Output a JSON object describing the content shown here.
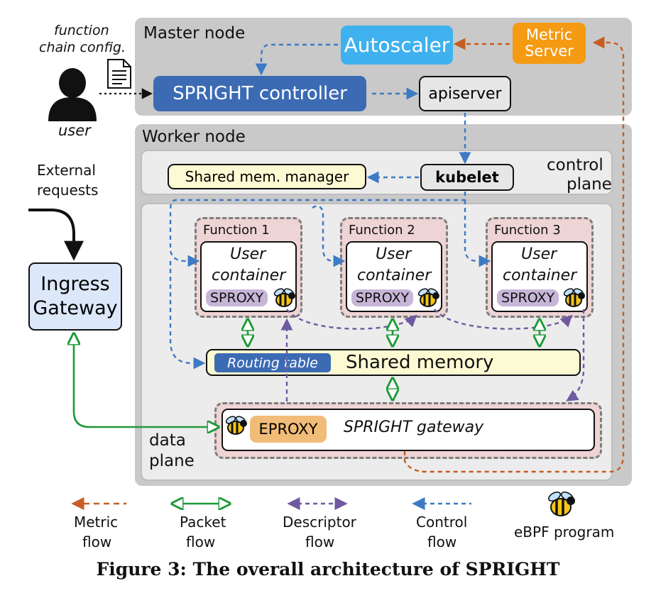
{
  "master": {
    "title": "Master node"
  },
  "worker": {
    "title": "Worker node"
  },
  "autoscaler": "Autoscaler",
  "metric_server": [
    "Metric",
    "Server"
  ],
  "controller": "SPRIGHT controller",
  "apiserver": "apiserver",
  "user": {
    "config": [
      "function",
      "chain config."
    ],
    "label": "user"
  },
  "external": [
    "External",
    "requests"
  ],
  "ingress": [
    "Ingress",
    "Gateway"
  ],
  "shm_manager": "Shared mem. manager",
  "kubelet": "kubelet",
  "control_plane": [
    "control",
    "plane"
  ],
  "data_plane": [
    "data",
    "plane"
  ],
  "functions": [
    {
      "title": "Function 1",
      "user": "User",
      "container": "container",
      "proxy": "SPROXY"
    },
    {
      "title": "Function 2",
      "user": "User",
      "container": "container",
      "proxy": "SPROXY"
    },
    {
      "title": "Function 3",
      "user": "User",
      "container": "container",
      "proxy": "SPROXY"
    }
  ],
  "shared_memory": {
    "routing": "Routing table",
    "label": "Shared memory"
  },
  "gateway": {
    "eproxy": "EPROXY",
    "label": "SPRIGHT gateway"
  },
  "legend": [
    {
      "label": [
        "Metric",
        "flow"
      ],
      "color": "#c65d22"
    },
    {
      "label": [
        "Packet",
        "flow"
      ],
      "color": "#1f9a3a"
    },
    {
      "label": [
        "Descriptor",
        "flow"
      ],
      "color": "#6f5aa0"
    },
    {
      "label": [
        "Control",
        "flow"
      ],
      "color": "#3d7ac4"
    },
    {
      "label": [
        "eBPF program"
      ],
      "icon": "bee-icon"
    }
  ],
  "caption": "Figure 3: The overall architecture of SPRIGHT"
}
